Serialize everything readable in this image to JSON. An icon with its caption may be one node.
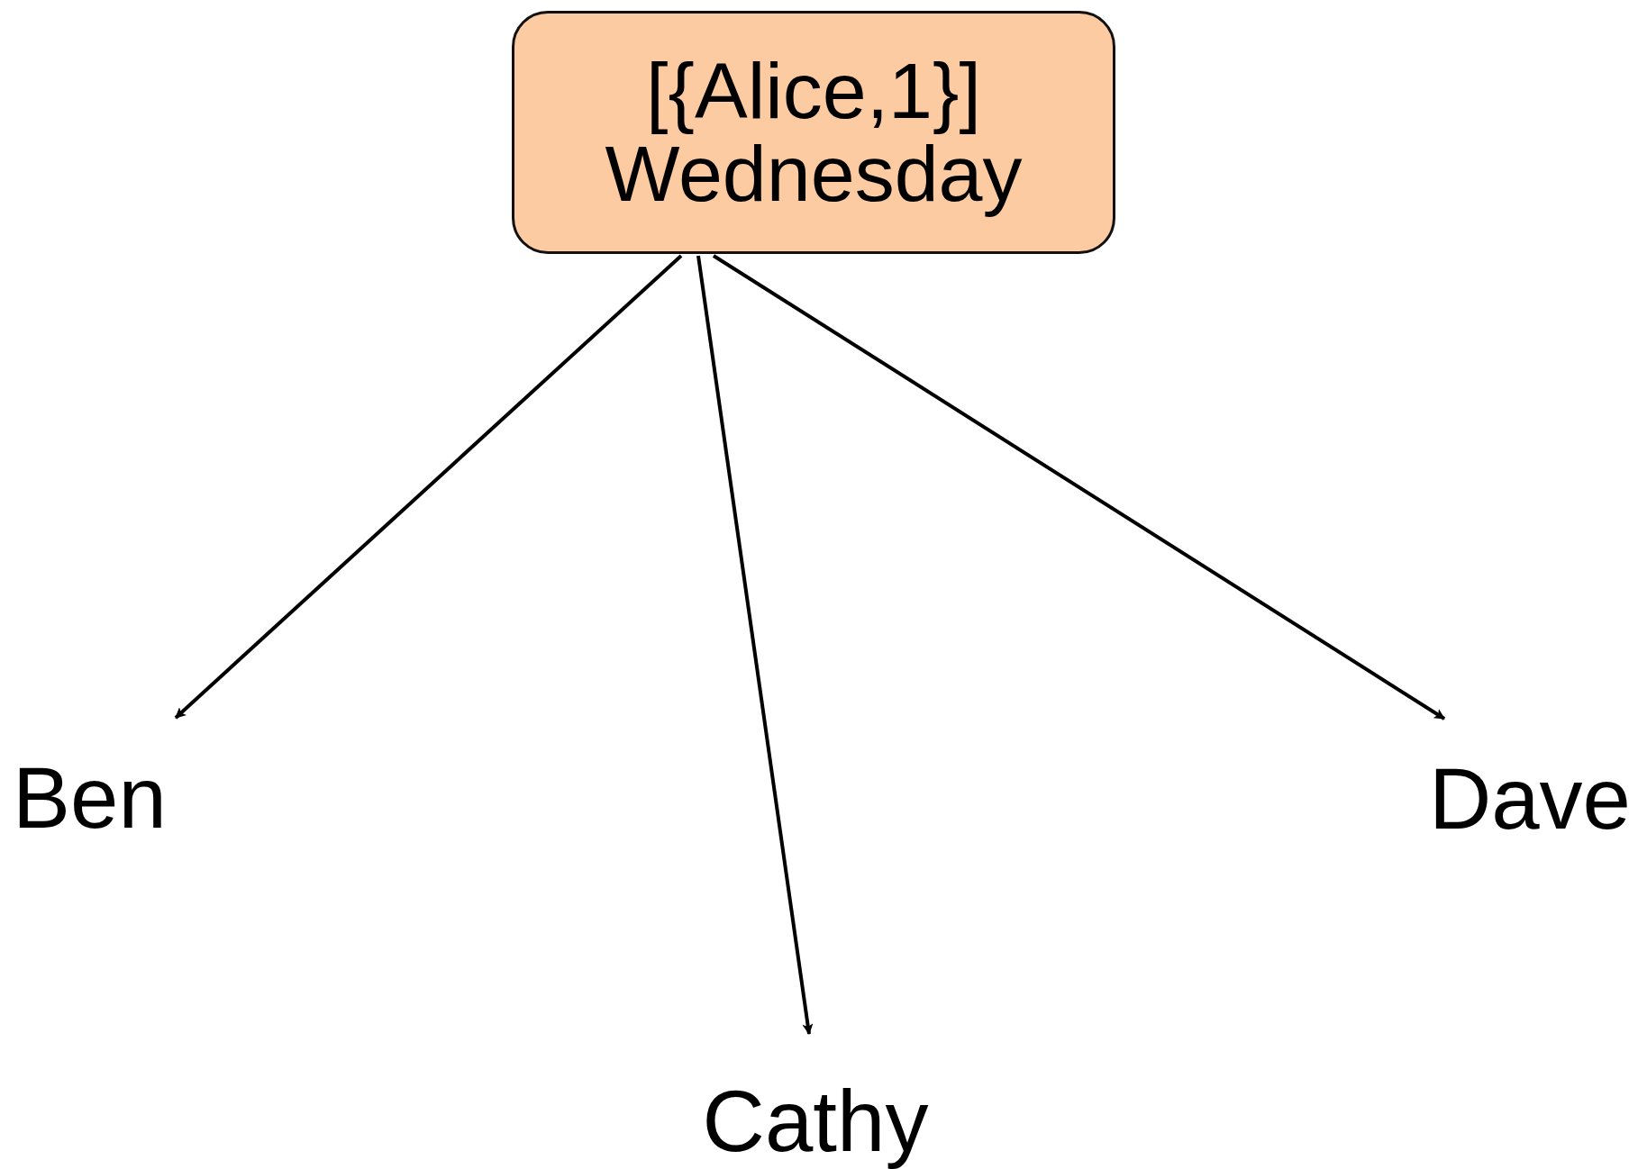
{
  "diagram": {
    "nodes": [
      {
        "text": [
          "[{Alice,1}]",
          "Wednesday"
        ]
      },
      {
        "text": [
          "Ben"
        ]
      },
      {
        "text": [
          "Cathy"
        ]
      },
      {
        "text": [
          "Dave"
        ]
      }
    ],
    "edges": [
      {
        "from": 0,
        "to": 1,
        "arrow": "to"
      },
      {
        "from": 0,
        "to": 2,
        "arrow": "to"
      },
      {
        "from": 0,
        "to": 3,
        "arrow": "to"
      }
    ]
  }
}
